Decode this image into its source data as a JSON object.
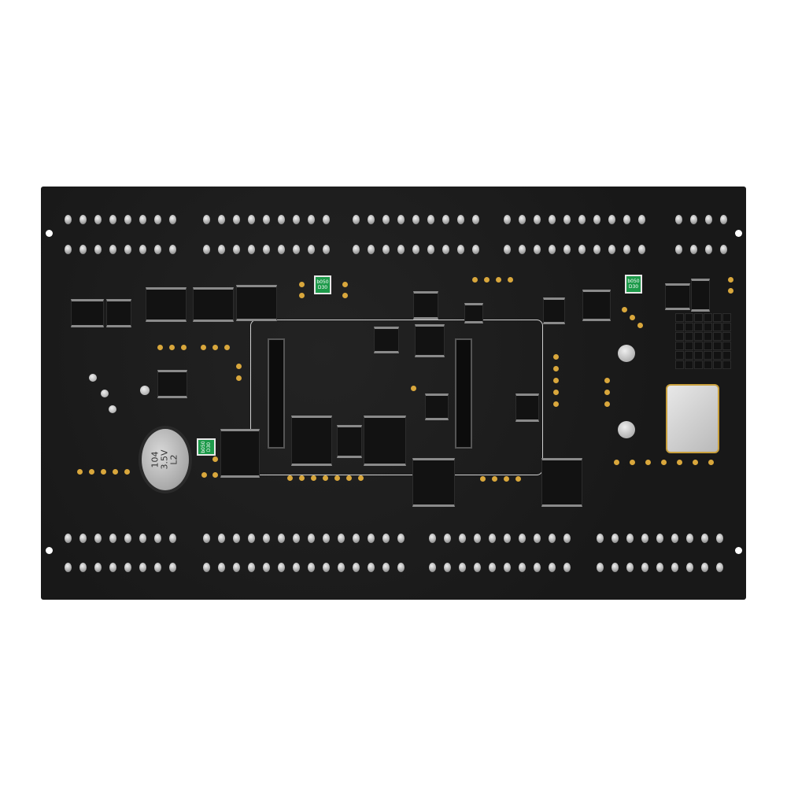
{
  "image": {
    "subject": "pcb-board",
    "colors": {
      "board": "#1b1b1b",
      "pads": "#d9a73c",
      "pins": "#c8c8c8",
      "labels": "#1d9a4a"
    },
    "capacitor_label": "104\n3.5V\nL2",
    "component_labels": [
      "b050\nD30",
      "b050\nD30",
      "b050\nD30"
    ]
  }
}
